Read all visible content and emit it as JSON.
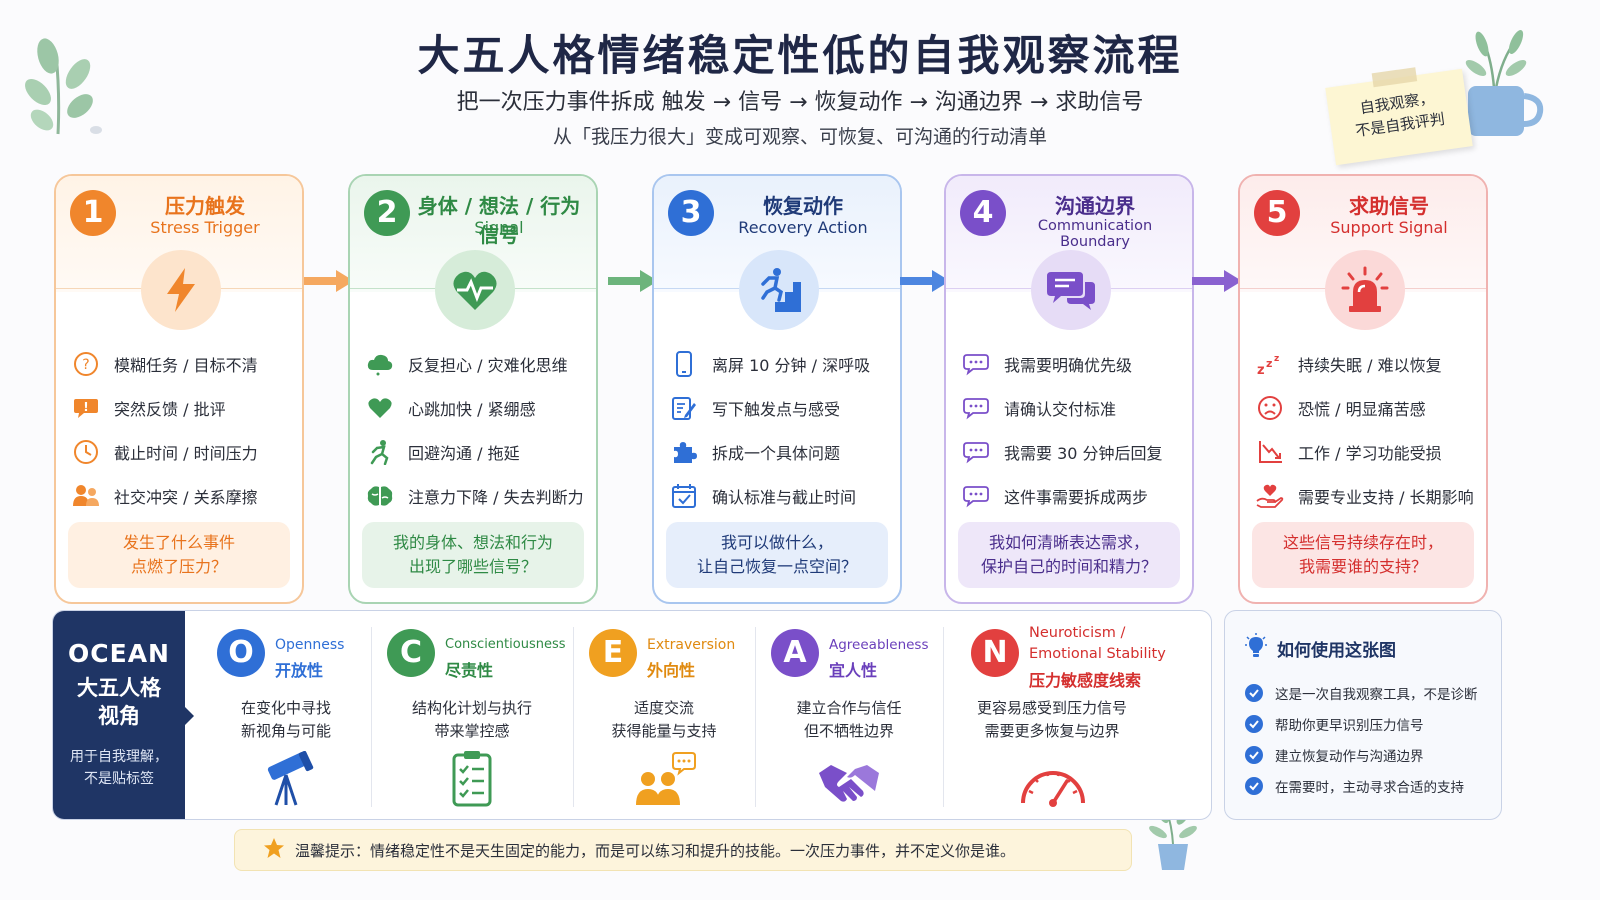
{
  "header": {
    "title": "大五人格情绪稳定性低的自我观察流程",
    "subtitle": "把一次压力事件拆成 触发 → 信号 → 恢复动作 → 沟通边界 → 求助信号",
    "subtitle2": "从「我压力很大」变成可观察、可恢复、可沟通的行动清单",
    "note_line1": "自我观察，",
    "note_line2": "不是自我评判"
  },
  "steps": [
    {
      "num": "1",
      "cn": "压力触发",
      "en": "Stress Trigger",
      "color": "#f0862c",
      "items": [
        "模糊任务 / 目标不清",
        "突然反馈 / 批评",
        "截止时间 / 时间压力",
        "社交冲突 / 关系摩擦"
      ],
      "question": [
        "发生了什么事件",
        "点燃了压力？"
      ]
    },
    {
      "num": "2",
      "cn": "身体 / 想法 / 行为信号",
      "en": "Signal",
      "color": "#3f9a55",
      "items": [
        "反复担心 / 灾难化思维",
        "心跳加快 / 紧绷感",
        "回避沟通 / 拖延",
        "注意力下降 / 失去判断力"
      ],
      "question": [
        "我的身体、想法和行为",
        "出现了哪些信号？"
      ]
    },
    {
      "num": "3",
      "cn": "恢复动作",
      "en": "Recovery Action",
      "color": "#2f6fd6",
      "items": [
        "离屏 10 分钟 / 深呼吸",
        "写下触发点与感受",
        "拆成一个具体问题",
        "确认标准与截止时间"
      ],
      "question": [
        "我可以做什么，",
        "让自己恢复一点空间？"
      ]
    },
    {
      "num": "4",
      "cn": "沟通边界",
      "en": "Communication Boundary",
      "color": "#7a4fc9",
      "items": [
        "我需要明确优先级",
        "请确认交付标准",
        "我需要 30 分钟后回复",
        "这件事需要拆成两步"
      ],
      "question": [
        "我如何清晰表达需求，",
        "保护自己的时间和精力？"
      ]
    },
    {
      "num": "5",
      "cn": "求助信号",
      "en": "Support Signal",
      "color": "#e2403f",
      "items": [
        "持续失眠 / 难以恢复",
        "恐慌 / 明显痛苦感",
        "工作 / 学习功能受损",
        "需要专业支持 / 长期影响"
      ],
      "question": [
        "这些信号持续存在时，",
        "我需要谁的支持？"
      ]
    }
  ],
  "ocean": {
    "title": "OCEAN",
    "subtitle_line1": "大五人格",
    "subtitle_line2": "视角",
    "note_line1": "用于自我理解，",
    "note_line2": "不是贴标签",
    "traits": [
      {
        "letter": "O",
        "en": "Openness",
        "cn": "开放性",
        "desc": [
          "在变化中寻找",
          "新视角与可能"
        ],
        "color": "#2f6fd6",
        "icon": "telescope-icon"
      },
      {
        "letter": "C",
        "en": "Conscientiousness",
        "cn": "尽责性",
        "desc": [
          "结构化计划与执行",
          "带来掌控感"
        ],
        "color": "#3f9a55",
        "icon": "checklist-icon"
      },
      {
        "letter": "E",
        "en": "Extraversion",
        "cn": "外向性",
        "desc": [
          "适度交流",
          "获得能量与支持"
        ],
        "color": "#f0a020",
        "icon": "people-chat-icon"
      },
      {
        "letter": "A",
        "en": "Agreeableness",
        "cn": "宜人性",
        "desc": [
          "建立合作与信任",
          "但不牺牲边界"
        ],
        "color": "#7a4fc9",
        "icon": "handshake-icon"
      },
      {
        "letter": "N",
        "en_line1": "Neuroticism /",
        "en_line2": "Emotional Stability",
        "cn": "压力敏感度线索",
        "desc": [
          "更容易感受到压力信号",
          "需要更多恢复与边界"
        ],
        "color": "#e2403f",
        "icon": "gauge-icon"
      }
    ]
  },
  "howto": {
    "title": "如何使用这张图",
    "items": [
      "这是一次自我观察工具，不是诊断",
      "帮助你更早识别压力信号",
      "建立恢复动作与沟通边界",
      "在需要时，主动寻求合适的支持"
    ]
  },
  "tip": {
    "text": "温馨提示：情绪稳定性不是天生固定的能力，而是可以练习和提升的技能。一次压力事件，并不定义你是谁。"
  }
}
